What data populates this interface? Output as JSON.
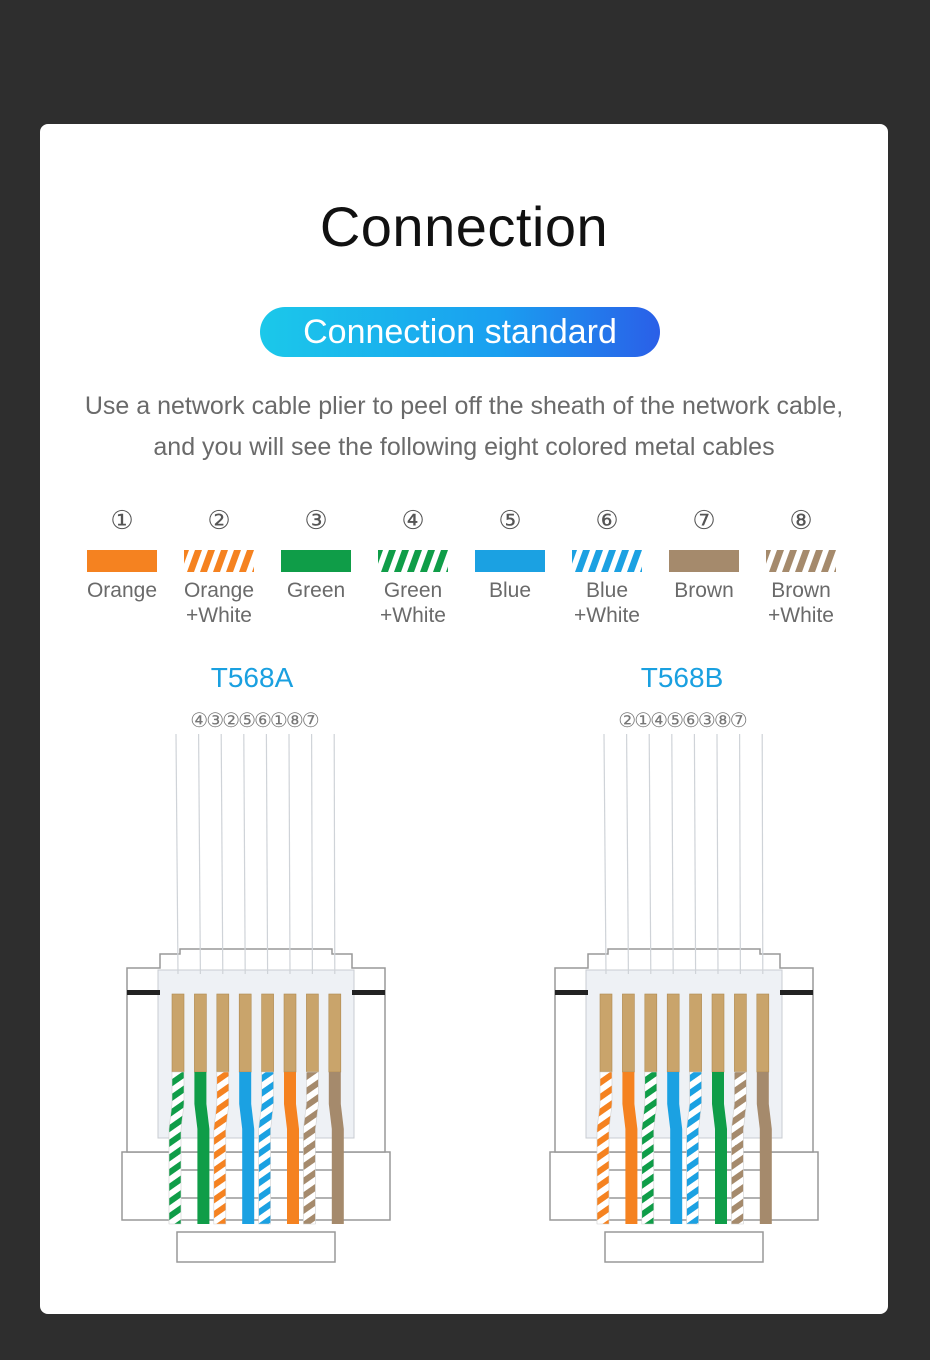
{
  "title": "Connection",
  "subtitle": "Connection standard",
  "description": "Use a network cable plier to peel off the sheath of the network cable, and you will see the following eight colored metal cables",
  "wires": [
    {
      "num": "①",
      "name": "Orange",
      "name2": "",
      "color": "#f58220",
      "striped": false
    },
    {
      "num": "②",
      "name": "Orange",
      "name2": "+White",
      "color": "#f58220",
      "striped": true
    },
    {
      "num": "③",
      "name": "Green",
      "name2": "",
      "color": "#0f9d48",
      "striped": false
    },
    {
      "num": "④",
      "name": "Green",
      "name2": "+White",
      "color": "#0f9d48",
      "striped": true
    },
    {
      "num": "⑤",
      "name": "Blue",
      "name2": "",
      "color": "#1ba1e2",
      "striped": false
    },
    {
      "num": "⑥",
      "name": "Blue",
      "name2": "+White",
      "color": "#1ba1e2",
      "striped": true
    },
    {
      "num": "⑦",
      "name": "Brown",
      "name2": "",
      "color": "#a58a6c",
      "striped": false
    },
    {
      "num": "⑧",
      "name": "Brown",
      "name2": "+White",
      "color": "#a58a6c",
      "striped": true
    }
  ],
  "standards": [
    {
      "name": "T568A",
      "order_label": "④③②⑤⑥①⑧⑦",
      "order": [
        4,
        3,
        2,
        5,
        6,
        1,
        8,
        7
      ]
    },
    {
      "name": "T568B",
      "order_label": "②①④⑤⑥③⑧⑦",
      "order": [
        2,
        1,
        4,
        5,
        6,
        3,
        8,
        7
      ]
    }
  ],
  "colors": {
    "accent": "#1aa0e0",
    "pill_gradient": [
      "#1bc8ea",
      "#1a9ff0",
      "#2a5fe8"
    ],
    "background": "#2e2e2e",
    "card": "#ffffff",
    "contact_gold": "#c9a46b"
  }
}
